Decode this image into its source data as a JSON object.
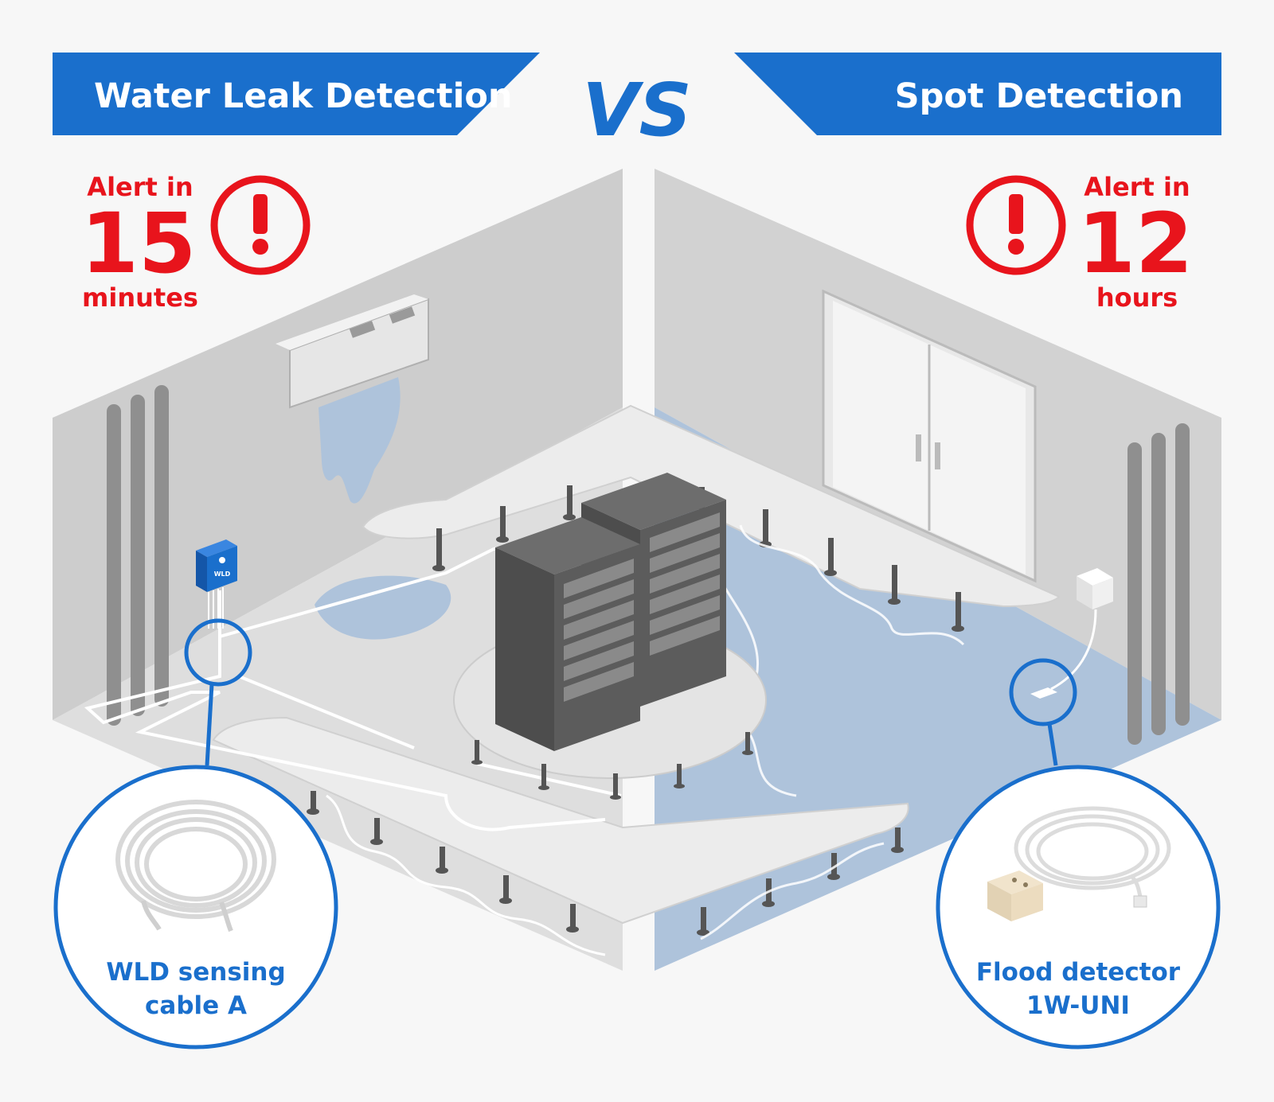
{
  "header": {
    "left_title": "Water Leak Detection",
    "vs": "VS",
    "right_title": "Spot Detection"
  },
  "left_alert": {
    "prefix": "Alert in",
    "value": "15",
    "unit": "minutes",
    "icon": "exclamation-circle-icon"
  },
  "right_alert": {
    "prefix": "Alert in",
    "value": "12",
    "unit": "hours",
    "icon": "exclamation-circle-icon"
  },
  "left_product": {
    "line1": "WLD sensing",
    "line2": "cable A"
  },
  "right_product": {
    "line1": "Flood detector",
    "line2": "1W-UNI"
  },
  "device_label": "WLD",
  "colors": {
    "brand_blue": "#1a6fcc",
    "alert_red": "#e8141c",
    "water": "#aec3db",
    "wall": "#cfcfcf",
    "rack": "#585858"
  }
}
